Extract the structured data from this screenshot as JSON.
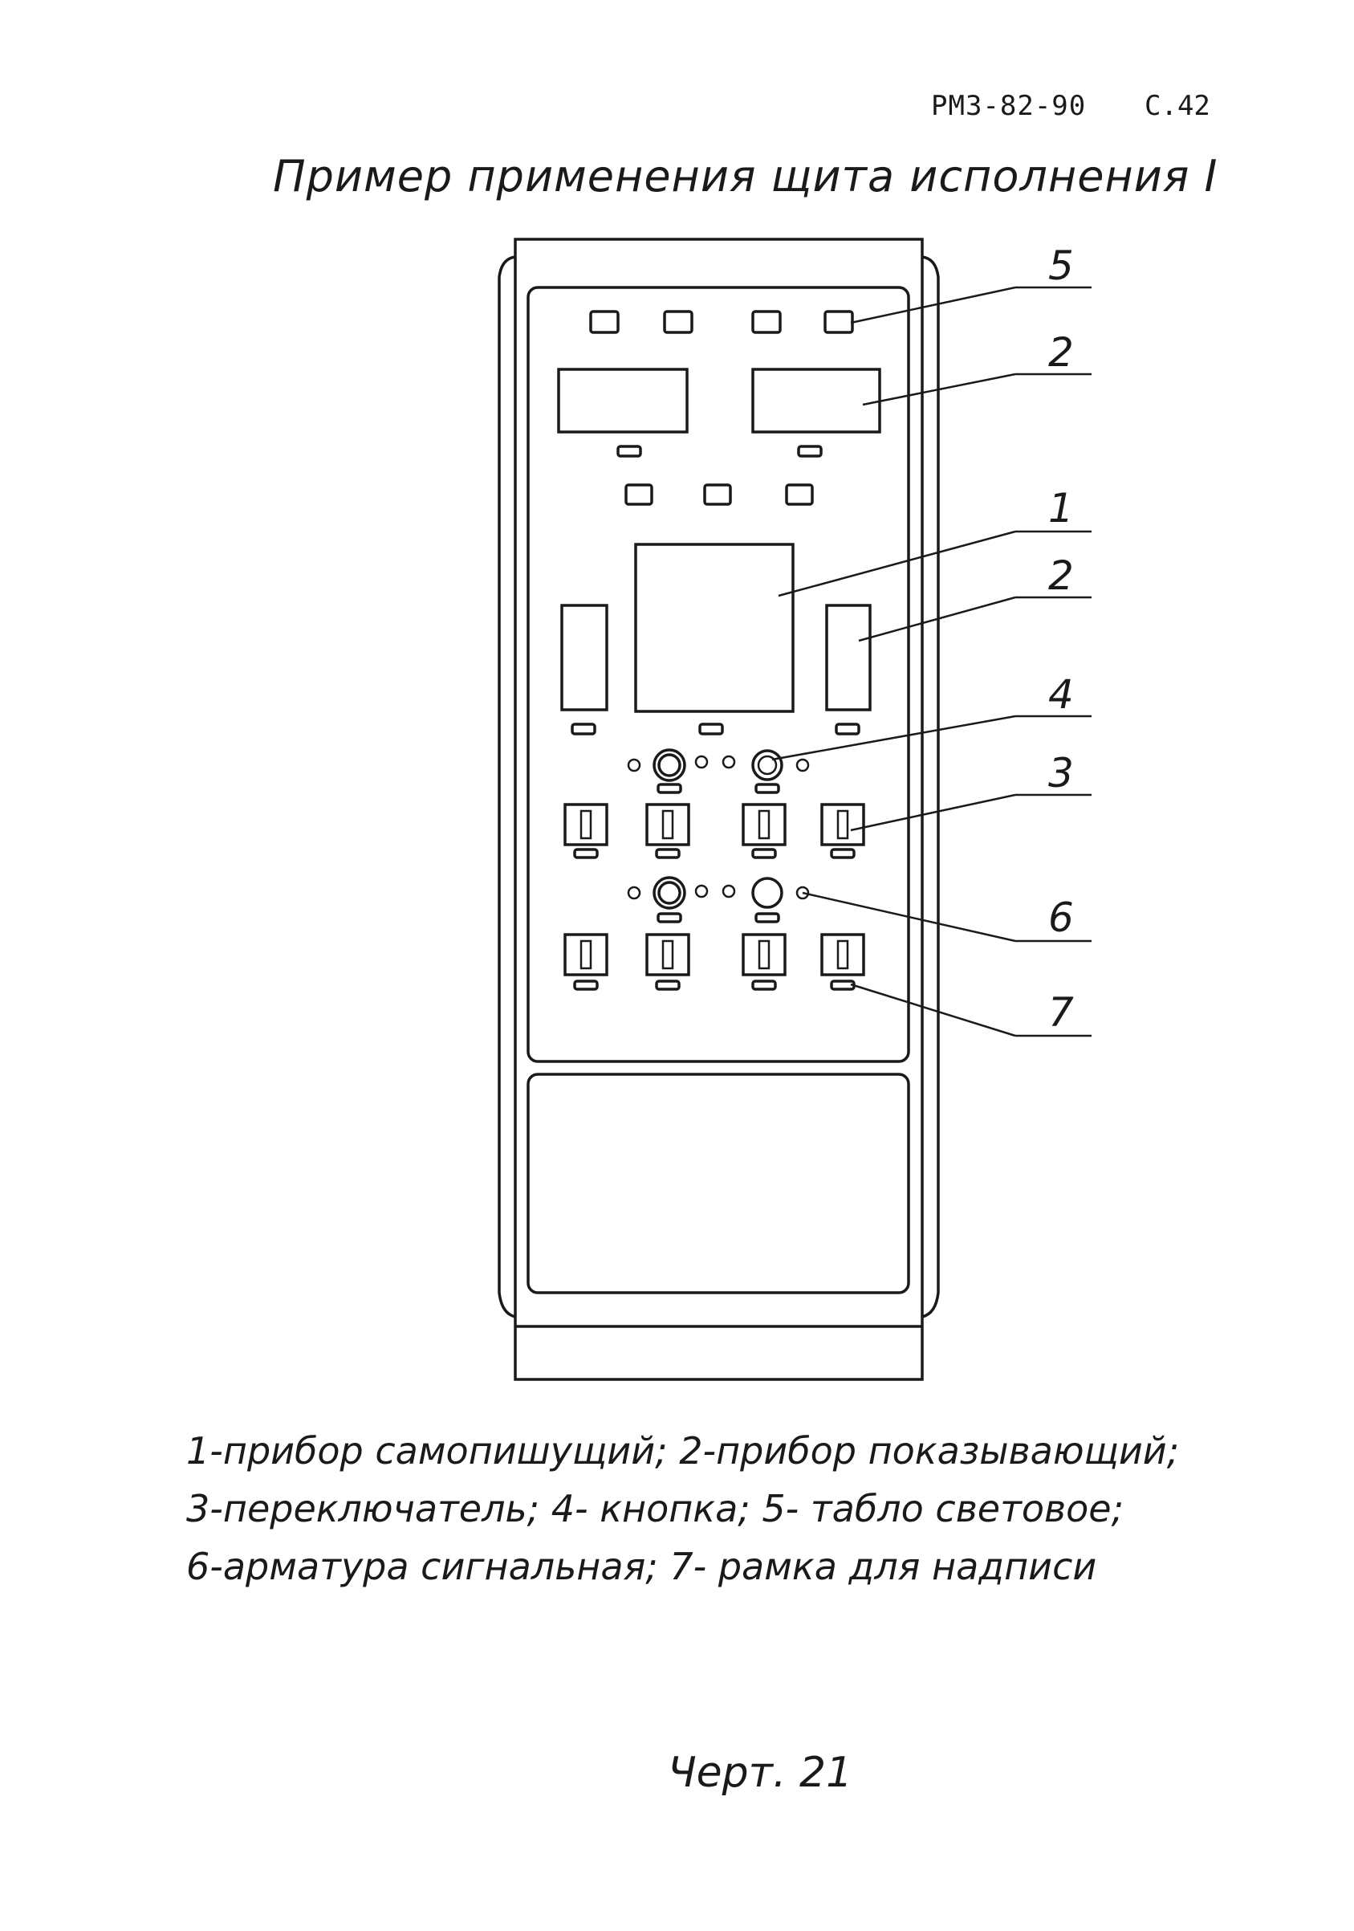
{
  "header": {
    "doc_code": "РМЗ-82-90",
    "page": "С.42"
  },
  "title": "Пример применения щита исполнения I",
  "callouts": [
    "5",
    "2",
    "1",
    "2",
    "4",
    "3",
    "6",
    "7"
  ],
  "legend": {
    "line1": "1-прибор самопишущий; 2-прибор показывающий;",
    "line2": "3-переключатель; 4- кнопка; 5- табло световое;",
    "line3": "6-арматура сигнальная; 7- рамка для надписи"
  },
  "caption": "Черт. 21"
}
